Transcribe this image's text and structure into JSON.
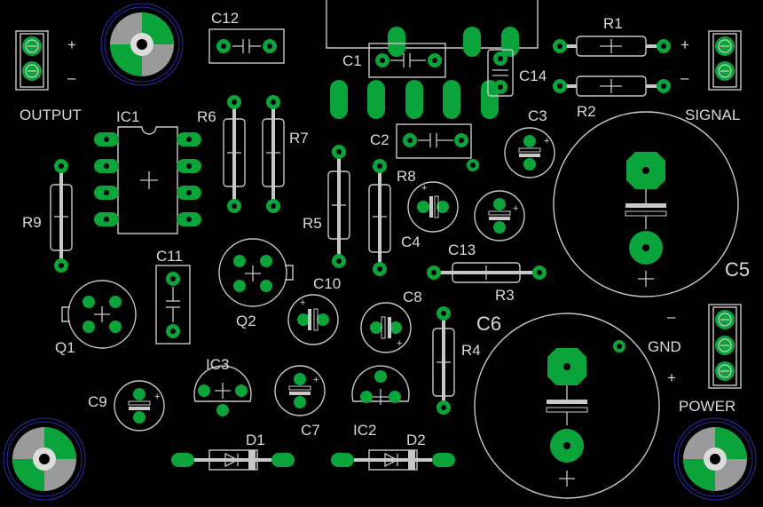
{
  "labels": {
    "output": "OUTPUT",
    "signal": "SIGNAL",
    "power": "POWER",
    "gnd": "GND",
    "plus": "+",
    "minus": "–",
    "minus_power": "–",
    "ic1": "IC1",
    "ic2": "IC2",
    "ic3": "IC3",
    "q1": "Q1",
    "q2": "Q2",
    "d1": "D1",
    "d2": "D2",
    "r1": "R1",
    "r2": "R2",
    "r3": "R3",
    "r4": "R4",
    "r5": "R5",
    "r6": "R6",
    "r7": "R7",
    "r8": "R8",
    "r9": "R9",
    "c1": "C1",
    "c2": "C2",
    "c3": "C3",
    "c4": "C4",
    "c5": "C5",
    "c6": "C6",
    "c7": "C7",
    "c8": "C8",
    "c9": "C9",
    "c10": "C10",
    "c11": "C11",
    "c12": "C12",
    "c13": "C13",
    "c14": "C14"
  },
  "colors": {
    "background": "#000000",
    "copper": "#0aa43a",
    "silkscreen": "#c8c8c8",
    "mounting_hole": "#8a8a8a"
  }
}
